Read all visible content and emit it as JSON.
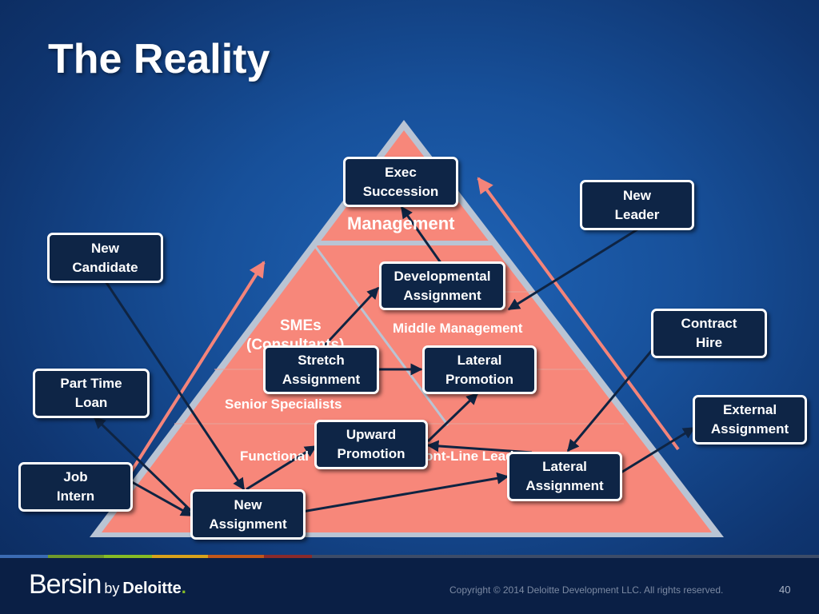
{
  "slide": {
    "title": "The Reality",
    "page_number": "40",
    "copyright": "Copyright © 2014 Deloitte Development LLC. All rights reserved."
  },
  "logo": {
    "primary": "Bersin",
    "by": "by",
    "brand": "Deloitte",
    "dot": "."
  },
  "pyramid": {
    "tiers": {
      "management": "Management",
      "smes": "SMEs",
      "consultants": "(Consultants)",
      "middle": "Middle Management",
      "senior": "Senior Specialists",
      "functional": "Functional",
      "frontline": "Front-Line Leaders"
    }
  },
  "nodes": {
    "exec_succession": [
      "Exec",
      "Succession"
    ],
    "new_leader": [
      "New",
      "Leader"
    ],
    "new_candidate": [
      "New",
      "Candidate"
    ],
    "developmental_assignment": [
      "Developmental",
      "Assignment"
    ],
    "contract_hire": [
      "Contract",
      "Hire"
    ],
    "stretch_assignment": [
      "Stretch",
      "Assignment"
    ],
    "lateral_promotion": [
      "Lateral",
      "Promotion"
    ],
    "part_time_loan": [
      "Part Time",
      "Loan"
    ],
    "external_assignment": [
      "External",
      "Assignment"
    ],
    "upward_promotion": [
      "Upward",
      "Promotion"
    ],
    "lateral_assignment": [
      "Lateral",
      "Assignment"
    ],
    "job_intern": [
      "Job",
      "Intern"
    ],
    "new_assignment": [
      "New",
      "Assignment"
    ]
  },
  "colors": {
    "pyramid_fill": "#f7877a",
    "pyramid_edge": "#b9c4d4",
    "arrow": "#0f2442",
    "side_arrow": "#f4847a",
    "accent_green": "#86bc25"
  }
}
